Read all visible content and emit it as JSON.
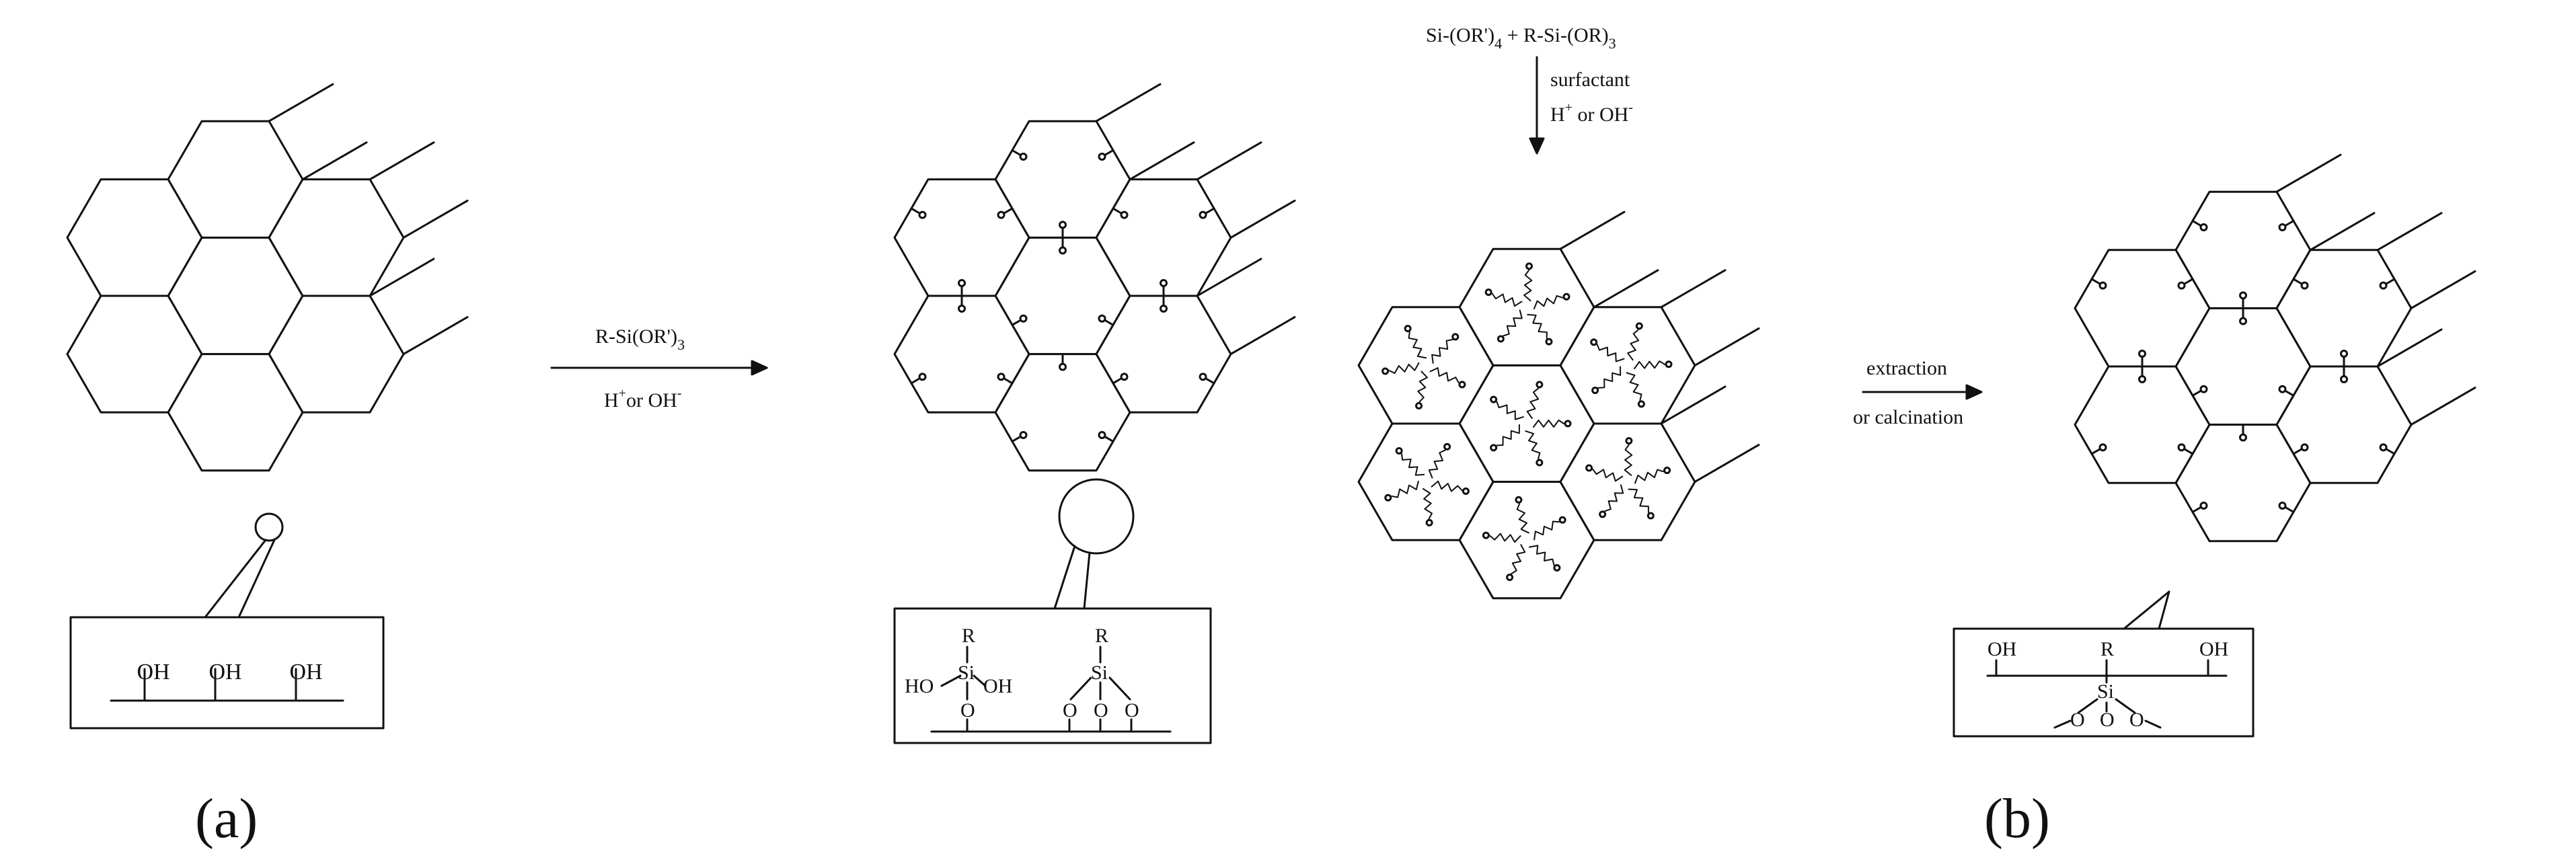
{
  "labels": {
    "a": "(a)",
    "b": "(b)"
  },
  "arrow_graft": {
    "reagent_main": "R-Si(OR')",
    "reagent_sub": "3",
    "condition_h": "H",
    "condition_plus": "+",
    "condition_rest": "or OH",
    "condition_minus": "-"
  },
  "arrow_cocondense": {
    "line1_a": "Si-(OR')",
    "line1_a_sub": "4",
    "line1_b": " + R-Si-(OR)",
    "line1_b_sub": "3",
    "line2": "surfactant",
    "line3_h": "H",
    "line3_plus": "+",
    "line3_rest": " or OH",
    "line3_minus": "-"
  },
  "arrow_extract": {
    "line1": "extraction",
    "line2": "or calcination"
  },
  "inset_silanol": {
    "groups": [
      "OH",
      "OH",
      "OH"
    ]
  },
  "inset_grafted": {
    "r1": "R",
    "si1": "Si",
    "ho": "HO",
    "oh": "OH",
    "o1": "O",
    "r2": "R",
    "si2": "Si",
    "o2": [
      "O",
      "O",
      "O"
    ]
  },
  "inset_cocondensed": {
    "oh_left": "OH",
    "r": "R",
    "oh_right": "OH",
    "si": "Si",
    "o": [
      "O",
      "O",
      "O"
    ]
  },
  "colors": {
    "ink": "#111111",
    "background": "#ffffff"
  }
}
